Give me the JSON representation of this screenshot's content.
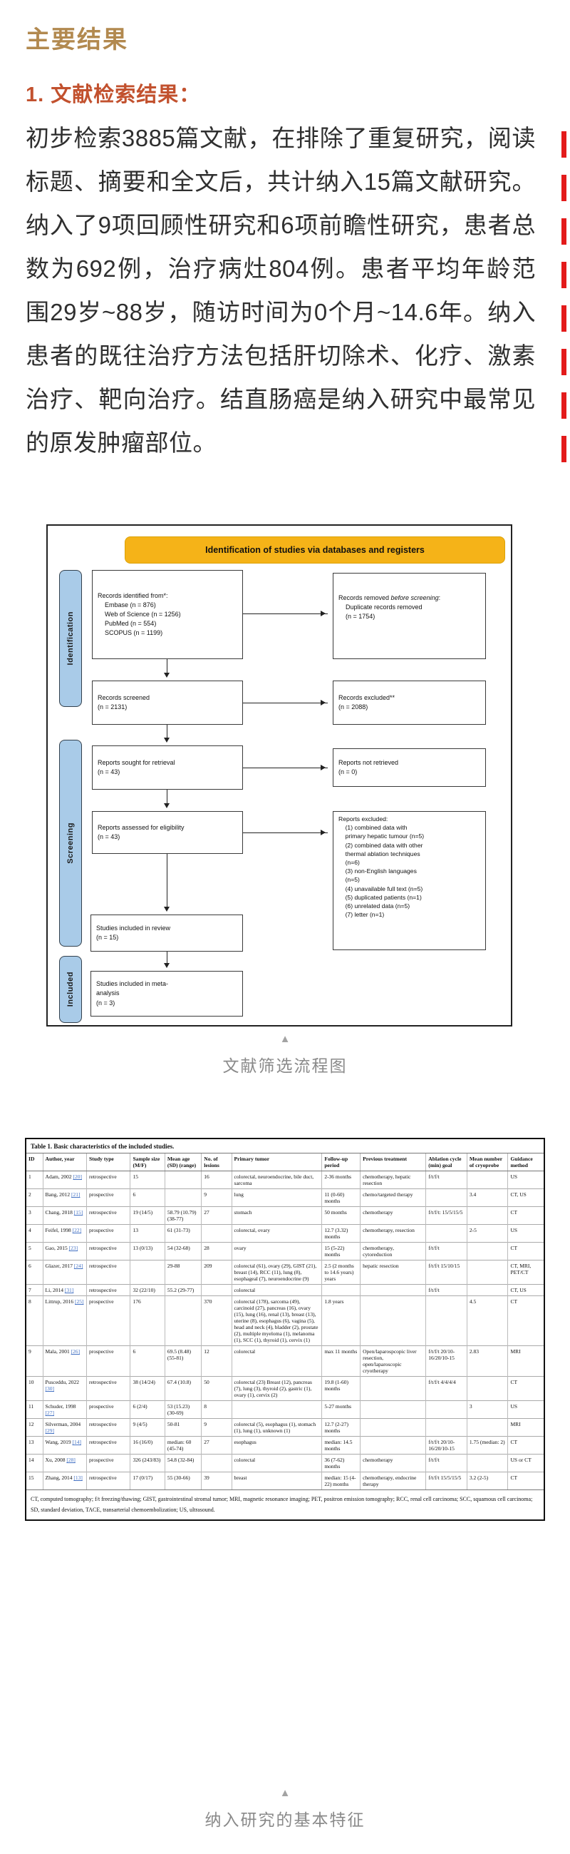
{
  "page": {
    "main_heading": "主要结果",
    "section_heading": "1. 文献检索结果：",
    "paragraph": "初步检索3885篇文献，在排除了重复研究，阅读标题、摘要和全文后，共计纳入15篇文献研究。纳入了9项回顾性研究和6项前瞻性研究，患者总数为692例，治疗病灶804例。患者平均年龄范围29岁~88岁，随访时间为0个月~14.6年。纳入患者的既往治疗方法包括肝切除术、化疗、激素治疗、靶向治疗。结直肠癌是纳入研究中最常见的原发肿瘤部位。",
    "figure1_caption": "文献筛选流程图",
    "figure2_caption": "纳入研究的基本特征",
    "triangle_glyph": "▲",
    "accent_colors": {
      "gold_heading": "#b2894f",
      "red_heading": "#c2512e",
      "banner_amber": "#f5b318",
      "side_label_blue": "#a9cbe8",
      "line_marker_red": "#e31b1b",
      "citation_blue": "#4472c4"
    }
  },
  "flowchart": {
    "banner": "Identification of studies via databases and registers",
    "side_labels": {
      "identification": "Identification",
      "screening": "Screening",
      "included": "Included"
    },
    "boxes": {
      "identified": "Records identified from*:\n    Embase (n = 876)\n    Web of Science (n = 1256)\n    PubMed (n = 554)\n    SCOPUS (n = 1199)",
      "removed_prefix": "Records removed ",
      "removed_italic": "before screening",
      "removed_suffix": ":\n    Duplicate records removed\n    (n = 1754)",
      "screened": "Records screened\n(n = 2131)",
      "records_excluded": "Records excluded**\n(n = 2088)",
      "sought": "Reports sought for retrieval\n(n = 43)",
      "not_retrieved": "Reports not retrieved\n(n = 0)",
      "assessed": "Reports assessed for eligibility\n(n = 43)",
      "reports_excluded": "Reports excluded:\n    (1) combined data with\n    primary hepatic tumour (n=5)\n    (2) combined data with other\n    thermal ablation techniques\n    (n=6)\n    (3) non-English languages\n    (n=5)\n    (4) unavailable full text (n=5)\n    (5) duplicated patients (n=1)\n    (6) unrelated data (n=5)\n    (7) letter (n=1)",
      "included_review": "Studies included in review\n(n = 15)",
      "included_meta": "Studies included in meta-\nanalysis\n(n = 3)"
    }
  },
  "table": {
    "title": "Table 1.  Basic characteristics of the included studies.",
    "col_widths": [
      "3%",
      "8%",
      "8%",
      "6.3%",
      "6.7%",
      "5.5%",
      "16.5%",
      "7%",
      "12%",
      "7.5%",
      "7.5%",
      "6.5%"
    ],
    "headers": [
      "ID",
      "Author, year",
      "Study type",
      "Sample size (M/F)",
      "Mean age (SD) (range)",
      "No. of lesions",
      "Primary tumor",
      "Follow-up period",
      "Previous treatment",
      "Ablation cycle (min) goal",
      "Mean number of cryoprobe",
      "Guidance method"
    ],
    "rows": [
      {
        "id": "1",
        "author": "Adam, 2002",
        "ref": "[20]",
        "cells": [
          "retrospective",
          "15",
          "",
          "16",
          "colorectal, neuroendocrine, bile duct, sarcoma",
          "2-36 months",
          "chemotherapy, hepatic resection",
          "f/t/f/t",
          "",
          "US"
        ]
      },
      {
        "id": "2",
        "author": "Bang, 2012",
        "ref": "[21]",
        "cells": [
          "prospective",
          "6",
          "",
          "9",
          "lung",
          "11 (0-60) months",
          "chemo/targeted therapy",
          "",
          "3.4",
          "CT, US"
        ]
      },
      {
        "id": "3",
        "author": "Chang, 2018",
        "ref": "[15]",
        "cells": [
          "retrospective",
          "19 (14/5)",
          "58.79 (10.79) (38-77)",
          "27",
          "stomach",
          "50 months",
          "chemotherapy",
          "f/t/f/t: 15/5/15/5",
          "",
          "CT"
        ]
      },
      {
        "id": "4",
        "author": "Feifel, 1998",
        "ref": "[22]",
        "cells": [
          "prospective",
          "13",
          "61 (31-73)",
          "",
          "colorectal, ovary",
          "12.7 (3.32) months",
          "chemotherapy, resection",
          "",
          "2-5",
          "US"
        ]
      },
      {
        "id": "5",
        "author": "Gao, 2015",
        "ref": "[23]",
        "cells": [
          "retrospective",
          "13 (0/13)",
          "54 (32-68)",
          "28",
          "ovary",
          "15 (5-22) months",
          "chemotherapy, cytoreduction",
          "f/t/f/t",
          "",
          "CT"
        ]
      },
      {
        "id": "6",
        "author": "Glazer, 2017",
        "ref": "[24]",
        "cells": [
          "retrospective",
          "",
          "29-88",
          "209",
          "colorectal (61), ovary (29), GIST (21), breast (14), RCC (11), lung (8), esophageal (7), neuroendocrine (9)",
          "2.5 (2 months to 14.6 years) years",
          "hepatic resection",
          "f/t/f/t 15/10/15",
          "",
          "CT, MRI, PET/CT"
        ]
      },
      {
        "id": "7",
        "author": "Li, 2014",
        "ref": "[31]",
        "cells": [
          "retrospective",
          "32 (22/10)",
          "55.2 (29-77)",
          "",
          "colorectal",
          "",
          "",
          "f/t/f/t",
          "",
          "CT, US"
        ]
      },
      {
        "id": "8",
        "author": "Littrup, 2016",
        "ref": "[25]",
        "cells": [
          "prospective",
          "176",
          "",
          "370",
          "colorectal (178), sarcoma (49), carcinoid (27), pancreas (16), ovary (15), lung (16), renal (13), breast (13), uterine (8), esophagus (6), vagina (5), head and neck (4), bladder (2), prostate (2), multiple myeloma (1), melanoma (1), SCC (1), thyroid (1), cervix (1)",
          "1.8 years",
          "",
          "",
          "4.5",
          "CT"
        ]
      },
      {
        "id": "9",
        "author": "Mala, 2001",
        "ref": "[26]",
        "cells": [
          "prospective",
          "6",
          "69.5 (8.48) (55-81)",
          "12",
          "colorectal",
          "max 11 months",
          "Open/laparospcopic liver resection, open/laparoscopic cryotherapy",
          "f/t/f/t 20/10-16/20/10-15",
          "2.83",
          "MRI"
        ]
      },
      {
        "id": "10",
        "author": "Pusceddu, 2022",
        "ref": "[30]",
        "cells": [
          "retrospective",
          "38 (14/24)",
          "67.4 (10.8)",
          "50",
          "colorectal (23) Breast (12), pancreas (7), lung (3), thyroid (2), gastric (1), ovary (1), cervix (2)",
          "19.8 (1-60) months",
          "",
          "f/t/f/t 4/4/4/4",
          "",
          "CT"
        ]
      },
      {
        "id": "11",
        "author": "Schuder, 1998",
        "ref": "[27]",
        "cells": [
          "prospective",
          "6 (2/4)",
          "53 (15.23) (30-69)",
          "8",
          "",
          "5-27 months",
          "",
          "",
          "3",
          "US"
        ]
      },
      {
        "id": "12",
        "author": "Silverman, 2004",
        "ref": "[29]",
        "cells": [
          "retrospective",
          "9 (4/5)",
          "50-81",
          "9",
          "colorectal (5), esophagus (1), stomach (1), lung (1), unknown (1)",
          "12.7 (2-27) months",
          "",
          "",
          "",
          "MRI"
        ]
      },
      {
        "id": "13",
        "author": "Wang, 2019",
        "ref": "[14]",
        "cells": [
          "retrospective",
          "16 (16/0)",
          "median: 60 (45-74)",
          "27",
          "esophagus",
          "median: 14.5 months",
          "",
          "f/t/f/t 20/10-16/20/10-15",
          "1.75 (median: 2)",
          "CT"
        ]
      },
      {
        "id": "14",
        "author": "Xu, 2008",
        "ref": "[28]",
        "cells": [
          "prospective",
          "326 (243/83)",
          "54.8 (32-84)",
          "",
          "colorectal",
          "36 (7-62) months",
          "chemotherapy",
          "f/t/f/t",
          "",
          "US or CT"
        ]
      },
      {
        "id": "15",
        "author": "Zhang, 2014",
        "ref": "[13]",
        "cells": [
          "retrospective",
          "17 (0/17)",
          "55 (30-66)",
          "39",
          "breast",
          "median: 15 (4-22) months",
          "chemotherapy, endocrine therapy",
          "f/t/f/t 15/5/15/5",
          "3.2 (2-5)",
          "CT"
        ]
      }
    ],
    "footnote": "CT, computed tomography; f/t freezing/thawing; GIST, gastrointestinal stromal tumor; MRI, magnetic resonance imaging; PET, positron emission tomography; RCC, renal cell carcinoma; SCC, squamous cell carcinoma; SD, standard deviation, TACE, transarterial chemoembolization; US, ultrasound."
  }
}
